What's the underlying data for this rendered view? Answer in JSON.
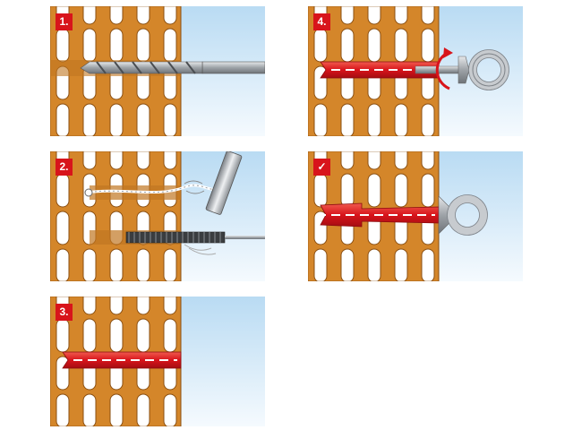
{
  "steps": [
    {
      "label": "1."
    },
    {
      "label": "2."
    },
    {
      "label": "3."
    },
    {
      "label": "4."
    },
    {
      "label": "✓"
    }
  ],
  "colors": {
    "brick": "#d4862a",
    "brick_edge": "#8a4f12",
    "sky_top": "#b9dbf3",
    "sky_bottom": "#f5fafe",
    "plug": "#d8141b",
    "badge": "#d8141b",
    "steel": "#a8adb3"
  },
  "icons": [
    "drill-bit-icon",
    "blow-pump-icon",
    "cleaning-brush-icon",
    "wall-plug-icon",
    "eye-bolt-icon",
    "rotate-arrow-icon",
    "checkmark-icon"
  ]
}
